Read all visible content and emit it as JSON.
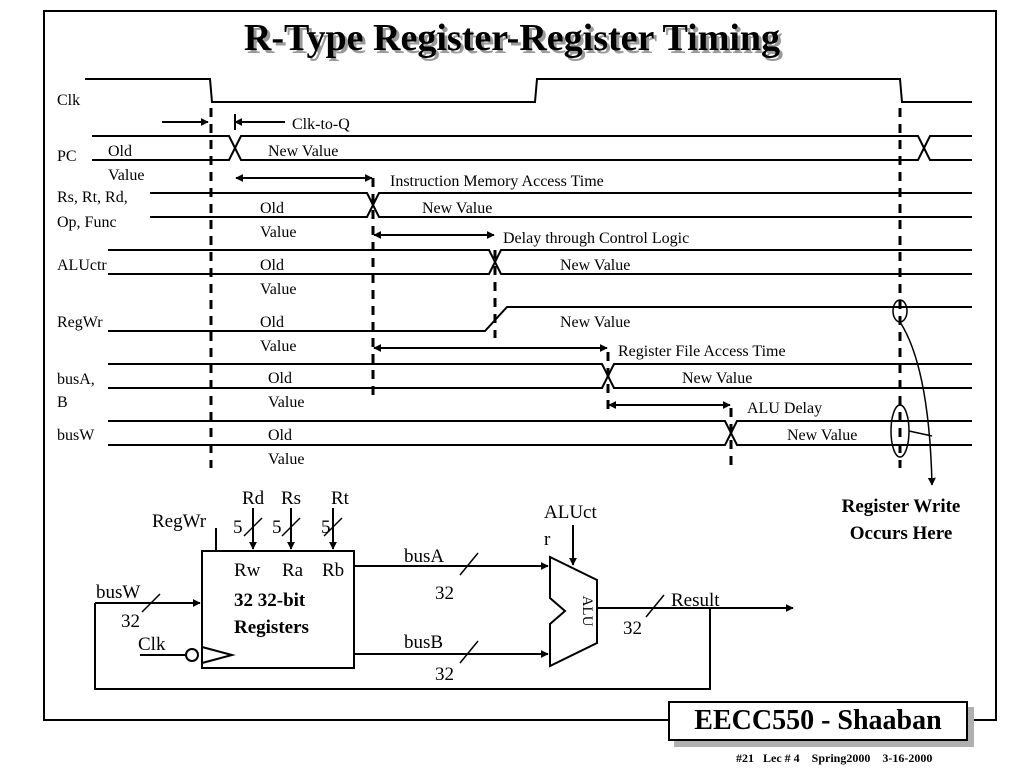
{
  "title": "R-Type Register-Register Timing",
  "timing": {
    "signals": {
      "clk": "Clk",
      "pc": "PC",
      "rs_line1": "Rs, Rt, Rd,",
      "rs_line2": "Op, Func",
      "aluctr": "ALUctr",
      "regwr": "RegWr",
      "busab_line1": "busA,",
      "busab_line2": "B",
      "busw": "busW"
    },
    "old_value_line1": "Old",
    "old_value_line2": "Value",
    "new_value": "New Value",
    "delays": {
      "clk_to_q": "Clk-to-Q",
      "imem": "Instruction Memory Access Time",
      "control": "Delay through Control Logic",
      "regfile": "Register File Access Time",
      "alu": "ALU Delay"
    },
    "register_write_line1": "Register Write",
    "register_write_line2": "Occurs Here"
  },
  "datapath": {
    "regwr": "RegWr",
    "rd": "Rd",
    "rs": "Rs",
    "rt": "Rt",
    "width5": "5",
    "rw": "Rw",
    "ra": "Ra",
    "rb": "Rb",
    "regfile_line1": "32 32-bit",
    "regfile_line2": "Registers",
    "busw": "busW",
    "clk": "Clk",
    "busa": "busA",
    "busb": "busB",
    "width32": "32",
    "aluctr_line1": "ALUct",
    "aluctr_line2": "r",
    "alu": "ALU",
    "result": "Result"
  },
  "course": "EECC550 - Shaaban",
  "footer": "#21   Lec # 4    Spring2000    3-16-2000"
}
